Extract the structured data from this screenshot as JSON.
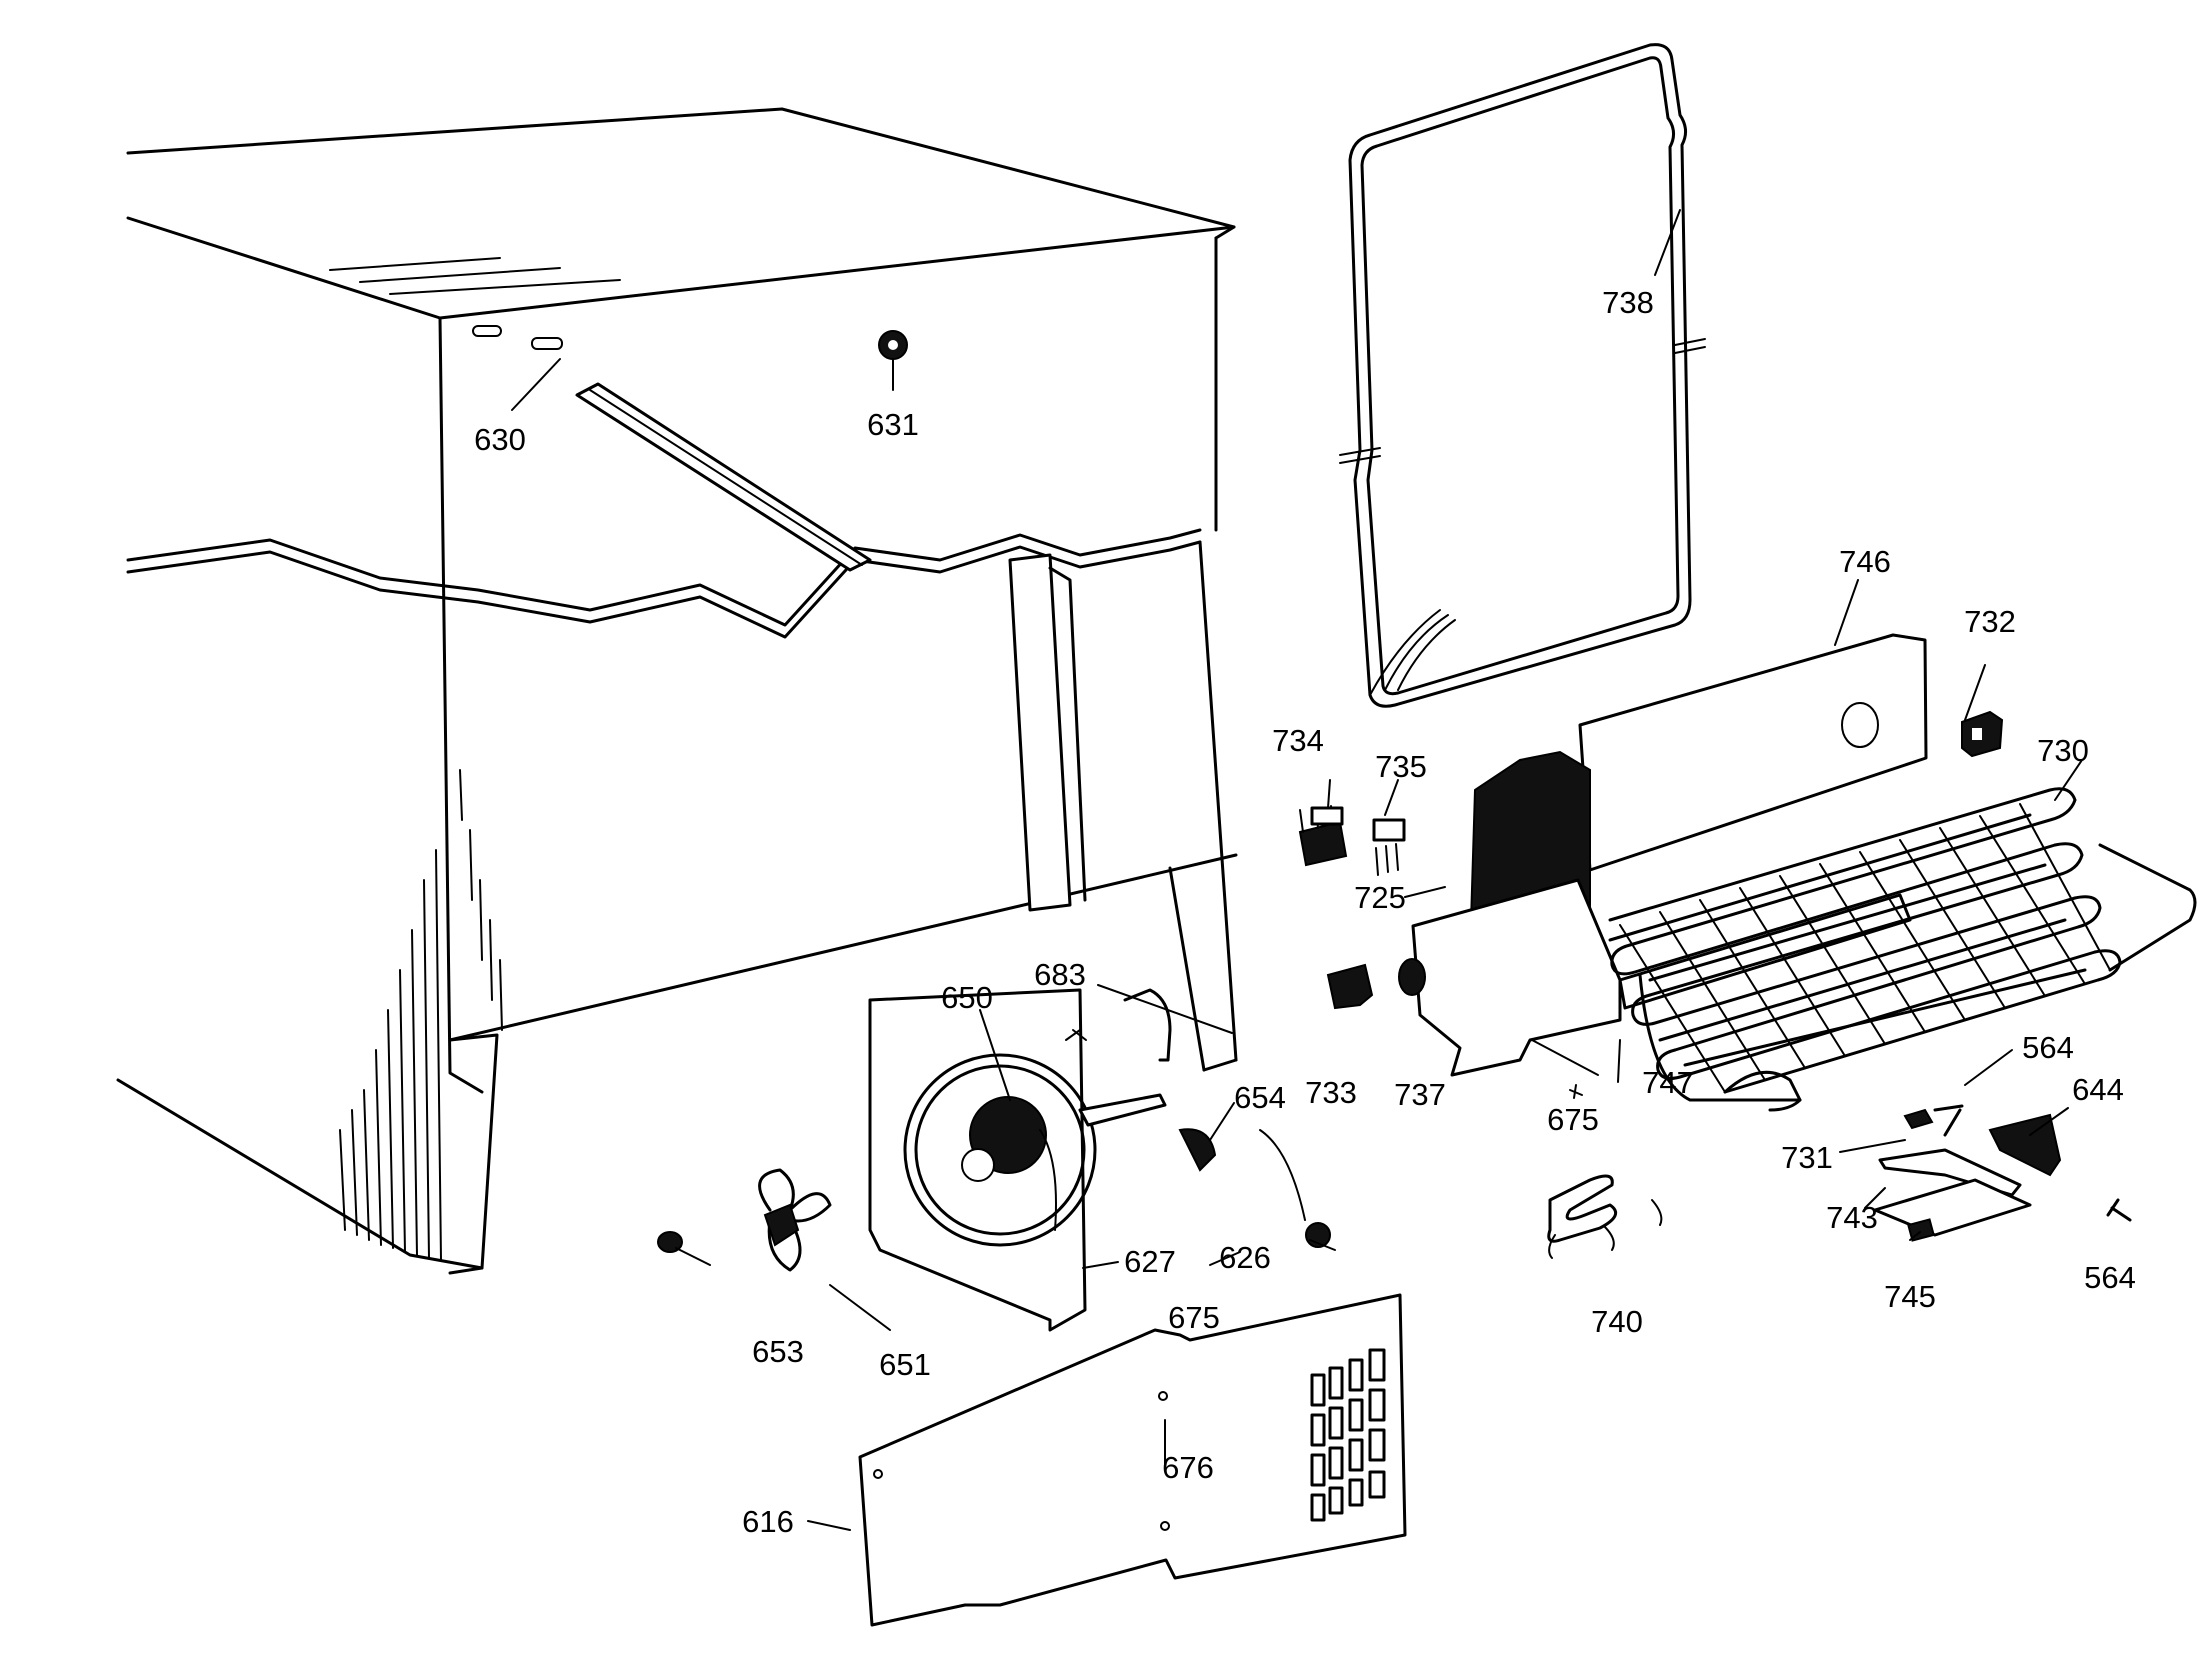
{
  "callouts": [
    {
      "id": "630",
      "label": "630"
    },
    {
      "id": "631",
      "label": "631"
    },
    {
      "id": "738",
      "label": "738"
    },
    {
      "id": "746",
      "label": "746"
    },
    {
      "id": "732",
      "label": "732"
    },
    {
      "id": "734",
      "label": "734"
    },
    {
      "id": "735",
      "label": "735"
    },
    {
      "id": "730",
      "label": "730"
    },
    {
      "id": "725",
      "label": "725"
    },
    {
      "id": "683",
      "label": "683"
    },
    {
      "id": "650",
      "label": "650"
    },
    {
      "id": "654",
      "label": "654"
    },
    {
      "id": "733",
      "label": "733"
    },
    {
      "id": "737",
      "label": "737"
    },
    {
      "id": "747",
      "label": "747"
    },
    {
      "id": "675a",
      "label": "675"
    },
    {
      "id": "564a",
      "label": "564"
    },
    {
      "id": "644",
      "label": "644"
    },
    {
      "id": "731",
      "label": "731"
    },
    {
      "id": "743",
      "label": "743"
    },
    {
      "id": "745",
      "label": "745"
    },
    {
      "id": "564b",
      "label": "564"
    },
    {
      "id": "740",
      "label": "740"
    },
    {
      "id": "626",
      "label": "626"
    },
    {
      "id": "627",
      "label": "627"
    },
    {
      "id": "675b",
      "label": "675"
    },
    {
      "id": "653",
      "label": "653"
    },
    {
      "id": "651",
      "label": "651"
    },
    {
      "id": "676",
      "label": "676"
    },
    {
      "id": "616",
      "label": "616"
    }
  ]
}
